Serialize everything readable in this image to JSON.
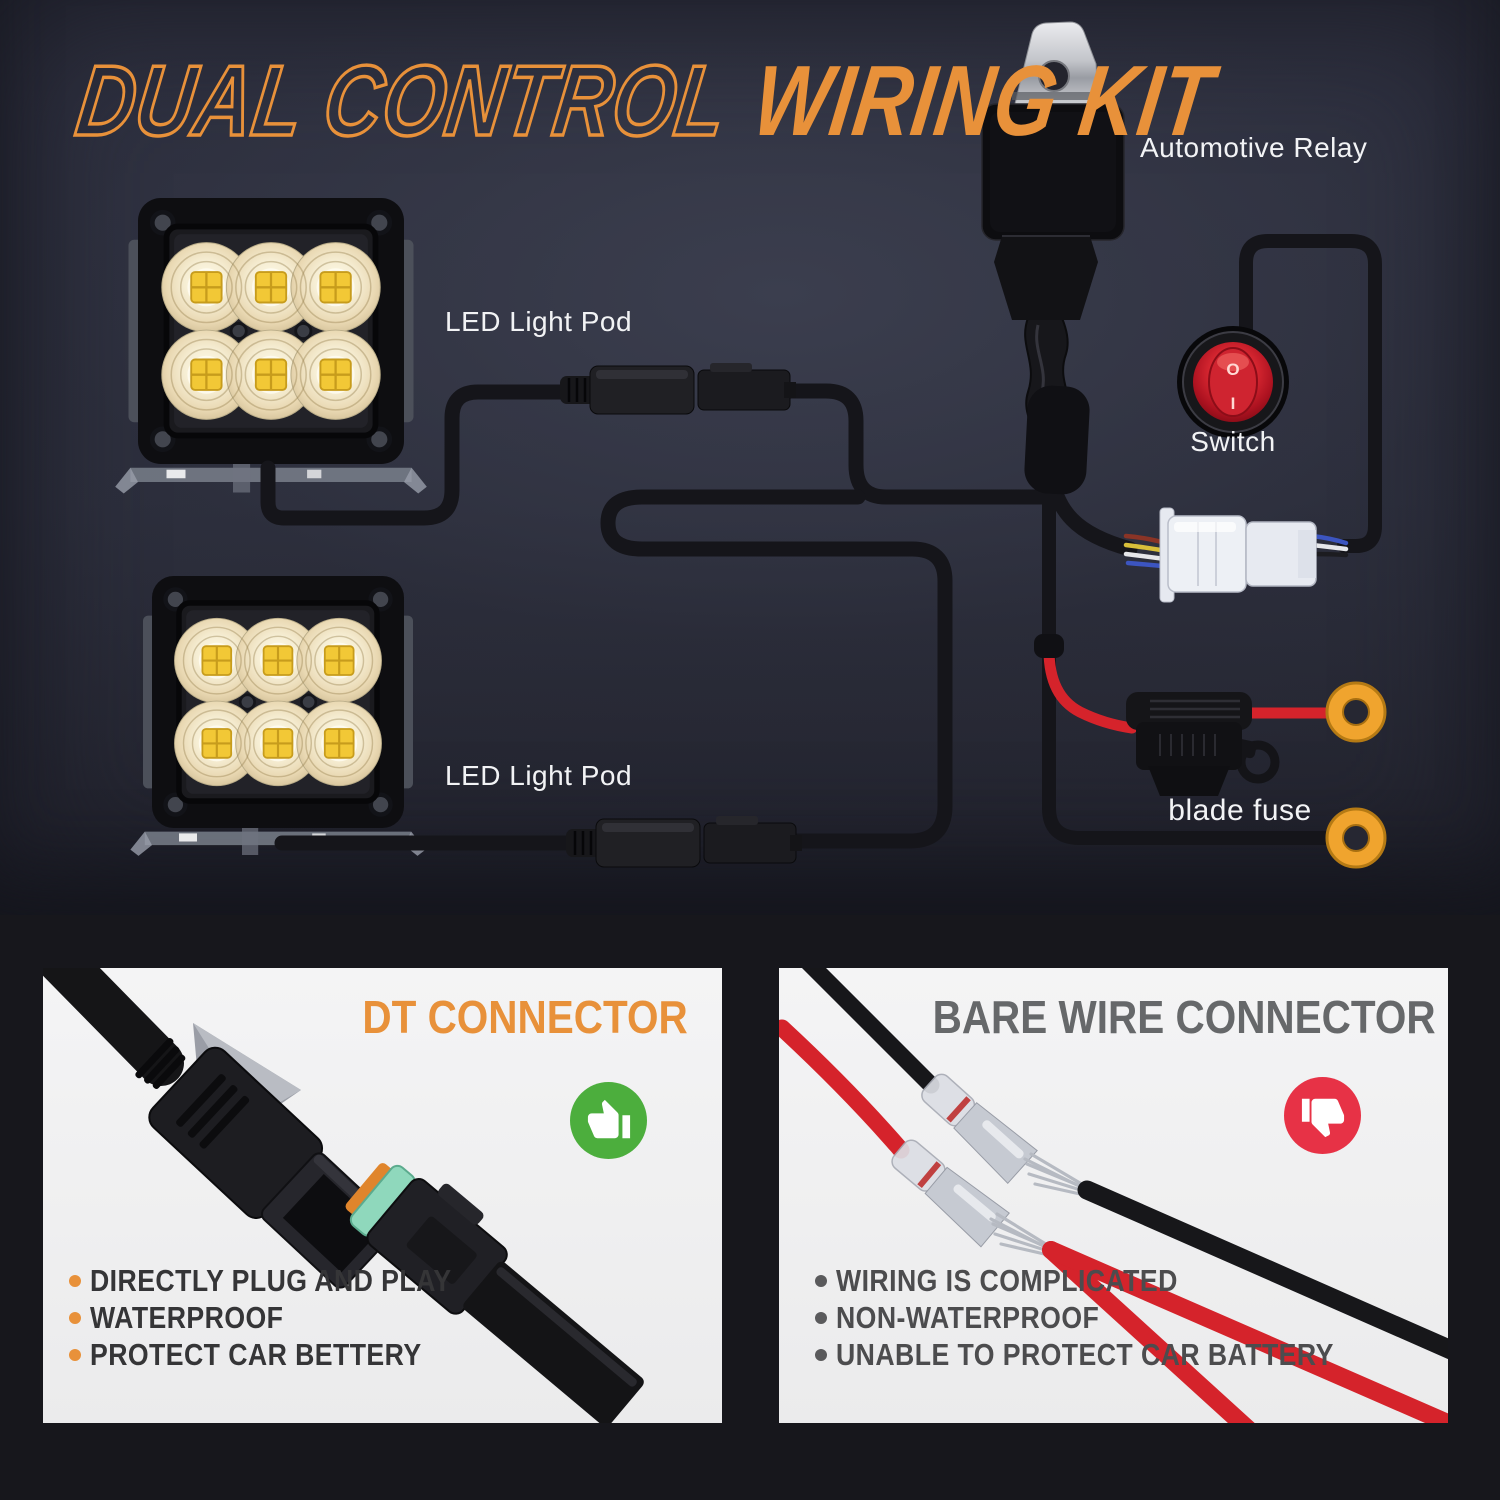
{
  "title": {
    "outlined": "DUAL CONTROL",
    "solid": "WIRING KIT"
  },
  "diagram": {
    "relay": {
      "label": "Automotive Relay"
    },
    "switch": {
      "label": "Switch",
      "marking_off": "O",
      "marking_on": "I"
    },
    "led_pods": [
      {
        "label": "LED Light Pod"
      },
      {
        "label": "LED Light Pod"
      }
    ],
    "fuse": {
      "label": "blade fuse"
    }
  },
  "comparison": {
    "left": {
      "heading": "DT CONNECTOR",
      "verdict": "positive",
      "features": [
        "DIRECTLY PLUG AND PLAY",
        "WATERPROOF",
        "PROTECT CAR BETTERY"
      ]
    },
    "right": {
      "heading": "BARE WIRE CONNECTOR",
      "verdict": "negative",
      "features": [
        "WIRING IS COMPLICATED",
        "NON-WATERPROOF",
        "UNABLE TO PROTECT CAR BATTERY"
      ]
    }
  },
  "colors": {
    "accent_orange": "#e8913a",
    "badge_green": "#4cae3d",
    "badge_red": "#e73246",
    "heading_gray": "#66686a",
    "wire_red": "#d5232b",
    "ring_terminal": "#f0a42e"
  }
}
